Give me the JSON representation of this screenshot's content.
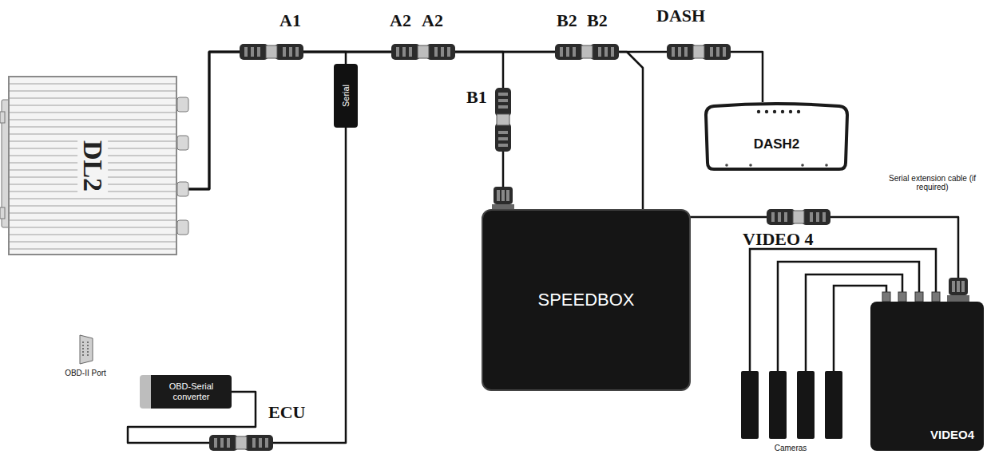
{
  "diagram": {
    "nodes": [
      {
        "text": [
          "DL2"
        ]
      },
      {
        "text": [
          "Serial"
        ]
      },
      {
        "text": [
          "SPEEDBOX"
        ]
      },
      {
        "text": [
          "DASH2"
        ]
      },
      {
        "text": [
          "VIDEO4"
        ]
      },
      {
        "text": [
          "OBD-Serial converter"
        ]
      }
    ],
    "edges": [
      {
        "from": 0,
        "to": 1,
        "arrow": "none"
      },
      {
        "from": 1,
        "to": 5,
        "arrow": "none"
      },
      {
        "from": 0,
        "to": 2,
        "arrow": "none"
      },
      {
        "from": 0,
        "to": 3,
        "arrow": "none"
      },
      {
        "from": 0,
        "to": 4,
        "arrow": "none"
      }
    ],
    "labels": [
      "A1",
      "A2",
      "A2",
      "B1",
      "B2",
      "B2",
      "DASH",
      "VIDEO 4",
      "Serial extension cable (if required)",
      "ECU",
      "OBD-II Port",
      "Cameras"
    ]
  }
}
